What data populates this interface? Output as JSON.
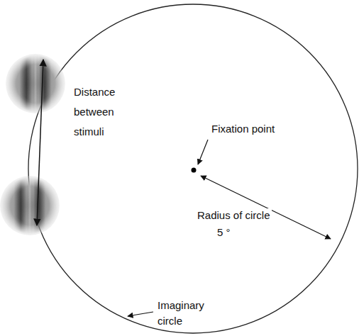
{
  "diagram": {
    "labels": [
      "Distance between stimuli",
      "Fixation point",
      "Radius of circle",
      "5 °",
      "Imaginary circle"
    ]
  }
}
